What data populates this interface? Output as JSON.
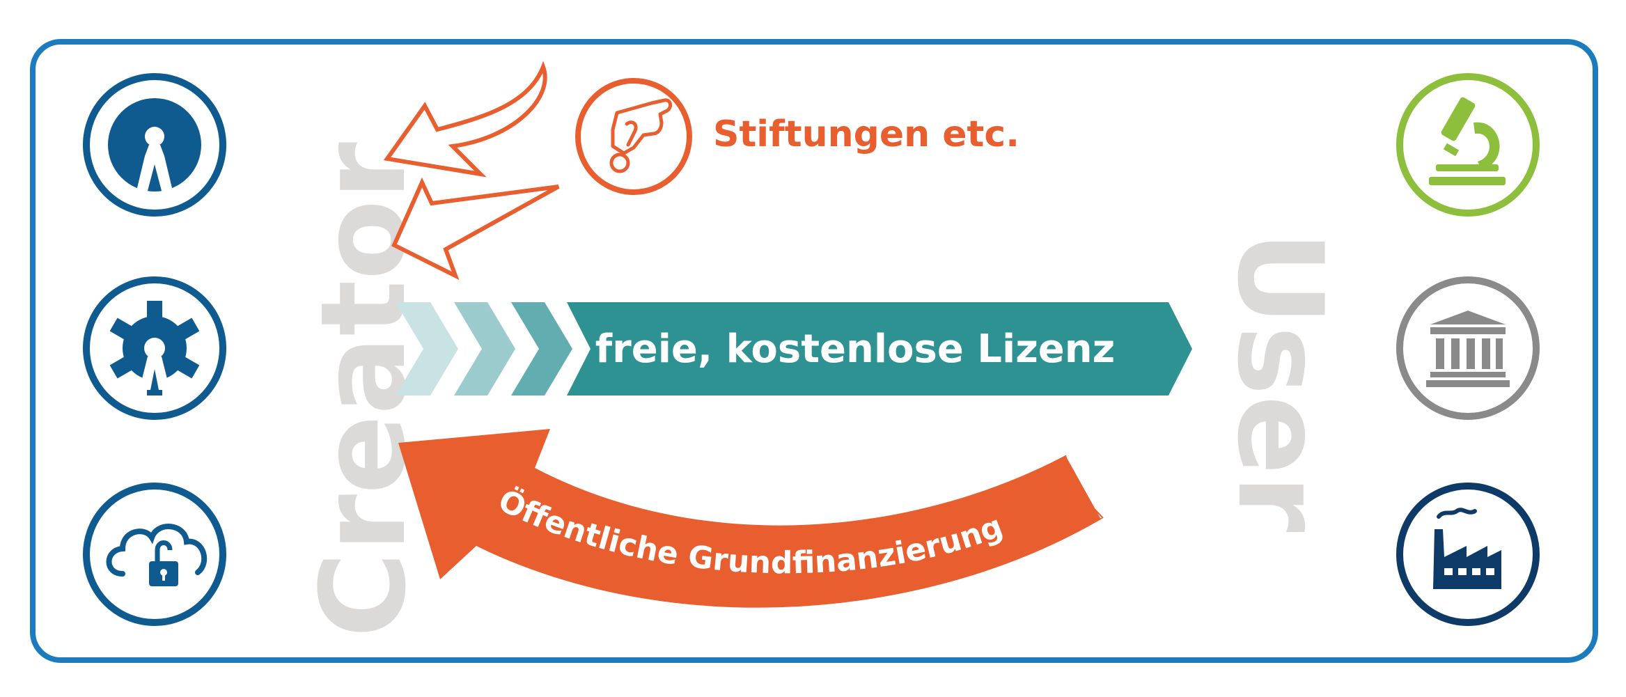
{
  "labels": {
    "creator": "Creator",
    "user": "User",
    "license": "freie, kostenlose Lizenz",
    "funding": "Öffentliche Grundfinanzierung",
    "foundations": "Stiftungen etc."
  },
  "creator_icons": [
    "open-access-icon",
    "open-source-gear-icon",
    "open-data-cloud-icon"
  ],
  "user_icons": [
    "science-microscope-icon",
    "public-institution-icon",
    "industry-factory-icon"
  ],
  "foundation_icon": "donation-hand-coin-icon",
  "colors": {
    "frame": "#1b7bbd",
    "creator_blue": "#0f5a8f",
    "orange": "#e85e2e",
    "teal": "#2e9192",
    "teal_light_1": "#c9e3e4",
    "teal_light_2": "#9ccbcd",
    "teal_light_3": "#62adaf",
    "big_text": "#dcdad9",
    "green": "#8dbf3d",
    "gray": "#8a8a8a",
    "navy": "#0d3a66"
  }
}
